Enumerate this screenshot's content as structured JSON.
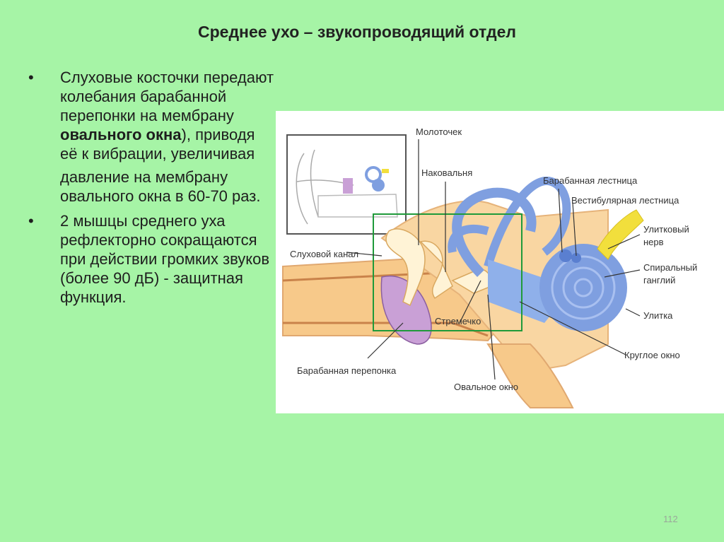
{
  "slide": {
    "title": "Среднее ухо – звукопроводящий отдел",
    "page_number": "112"
  },
  "bullets": {
    "b1_part1": "Слуховые косточки передают колебания барабанной перепонки на мембрану ",
    "b1_bold": "овального окна",
    "b1_part2": "), приводя её к вибрации, увеличивая",
    "b1_part3": "давление на мембрану овального окна в 60-70 раз.",
    "b2": "2 мышцы среднего уха рефлекторно сокращаются при действии громких звуков (более 90 дБ) - защитная функция."
  },
  "diagram": {
    "labels": {
      "malleus": "Молоточек",
      "incus": "Наковальня",
      "ear_canal": "Слуховой канал",
      "stapes": "Стремечко",
      "eardrum": "Барабанная перепонка",
      "oval_window": "Овальное окно",
      "scala_tympani": "Барабанная лестница",
      "scala_vestibuli": "Вестибулярная лестница",
      "cochlear_nerve_1": "Улитковый",
      "cochlear_nerve_2": "нерв",
      "spiral_ganglion_1": "Спиральный",
      "spiral_ganglion_2": "ганглий",
      "cochlea": "Улитка",
      "round_window": "Круглое окно"
    },
    "colors": {
      "bone": "#f7c98a",
      "canal_line": "#c9824a",
      "labyrinth": "#7f9fe0",
      "nerve": "#f2df3c",
      "eardrum": "#c9a0d6",
      "highlight_box": "#1f9a3a"
    }
  }
}
